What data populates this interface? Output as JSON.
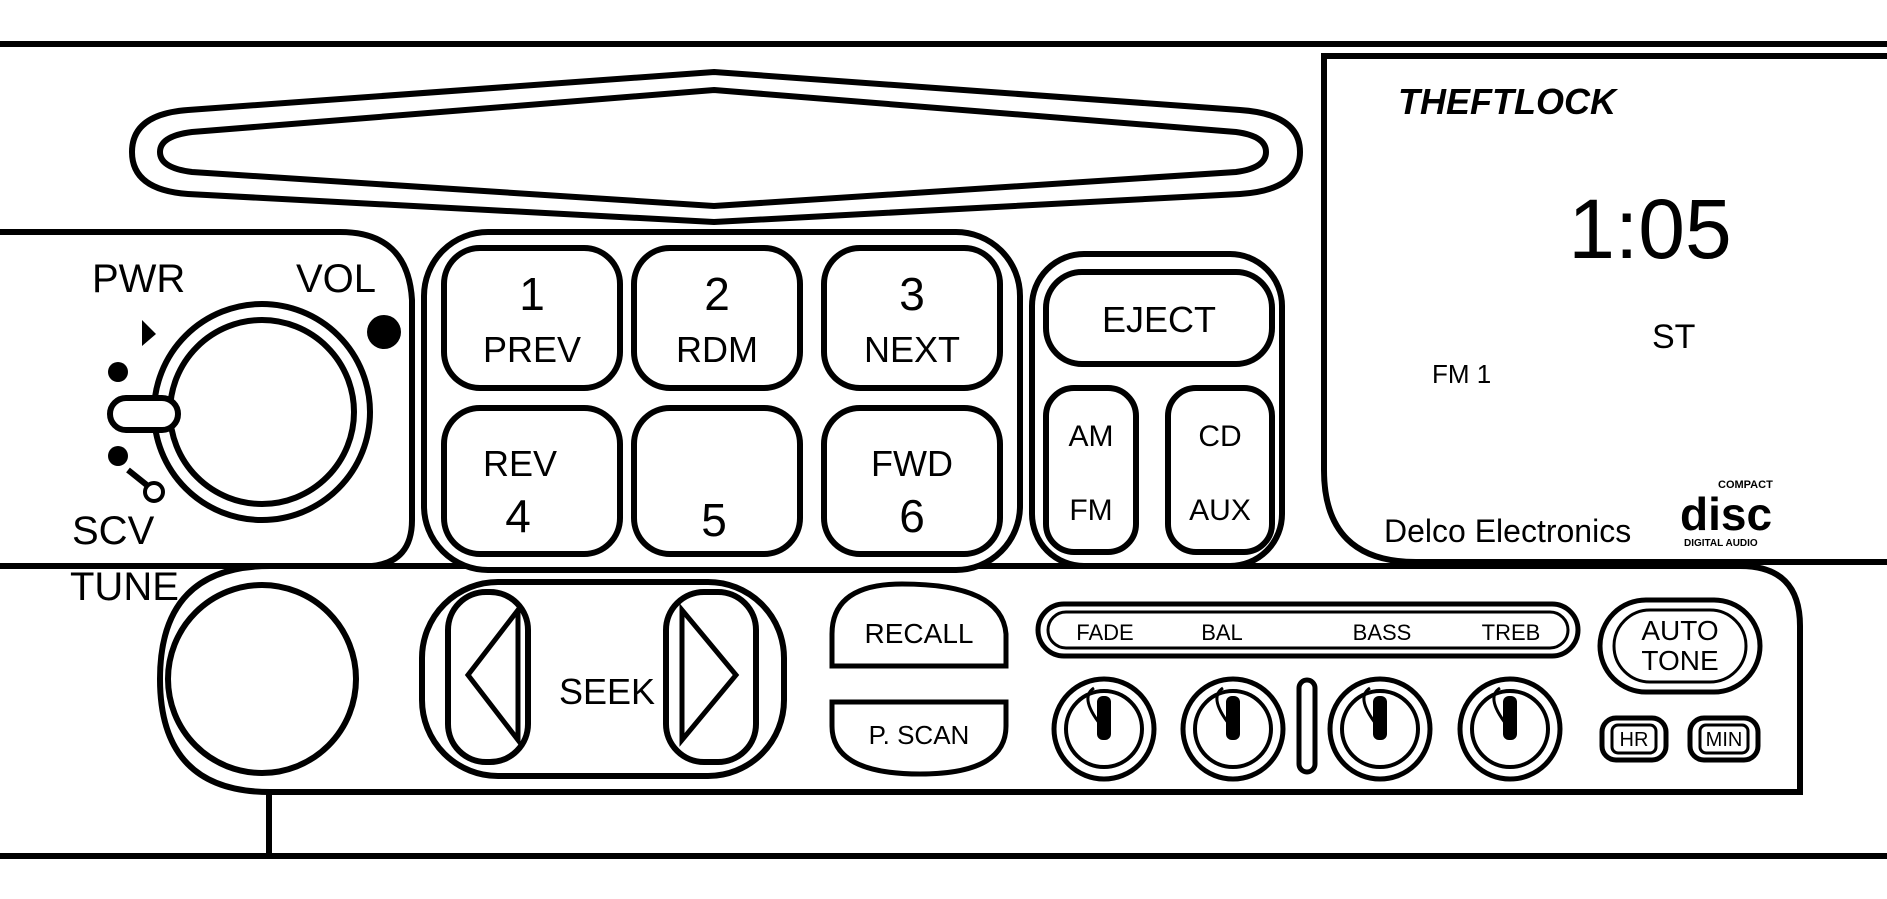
{
  "brand": {
    "theftlock": "THEFTLOCK",
    "maker": "Delco Electronics",
    "disc_logo": "disc",
    "disc_compact": "COMPACT",
    "disc_digital_audio": "DIGITAL AUDIO"
  },
  "display": {
    "clock": "1:05",
    "stereo": "ST",
    "band": "FM 1"
  },
  "knobs": {
    "power": "PWR",
    "volume": "VOL",
    "scv": "SCV",
    "tune": "TUNE"
  },
  "presets": [
    {
      "top": "1",
      "bottom": "PREV"
    },
    {
      "top": "2",
      "bottom": "RDM"
    },
    {
      "top": "3",
      "bottom": "NEXT"
    },
    {
      "top": "REV",
      "bottom": "4"
    },
    {
      "top": "",
      "bottom": "5"
    },
    {
      "top": "FWD",
      "bottom": "6"
    }
  ],
  "controls": {
    "eject": "EJECT",
    "am": "AM",
    "fm": "FM",
    "cd": "CD",
    "aux": "AUX",
    "seek": "SEEK",
    "recall": "RECALL",
    "pscan": "P. SCAN",
    "auto_tone_1": "AUTO",
    "auto_tone_2": "TONE",
    "hr": "HR",
    "min": "MIN"
  },
  "tone": {
    "fade": "FADE",
    "bal": "BAL",
    "bass": "BASS",
    "treb": "TREB"
  },
  "colors": {
    "ink": "#000000",
    "paper": "#ffffff"
  }
}
